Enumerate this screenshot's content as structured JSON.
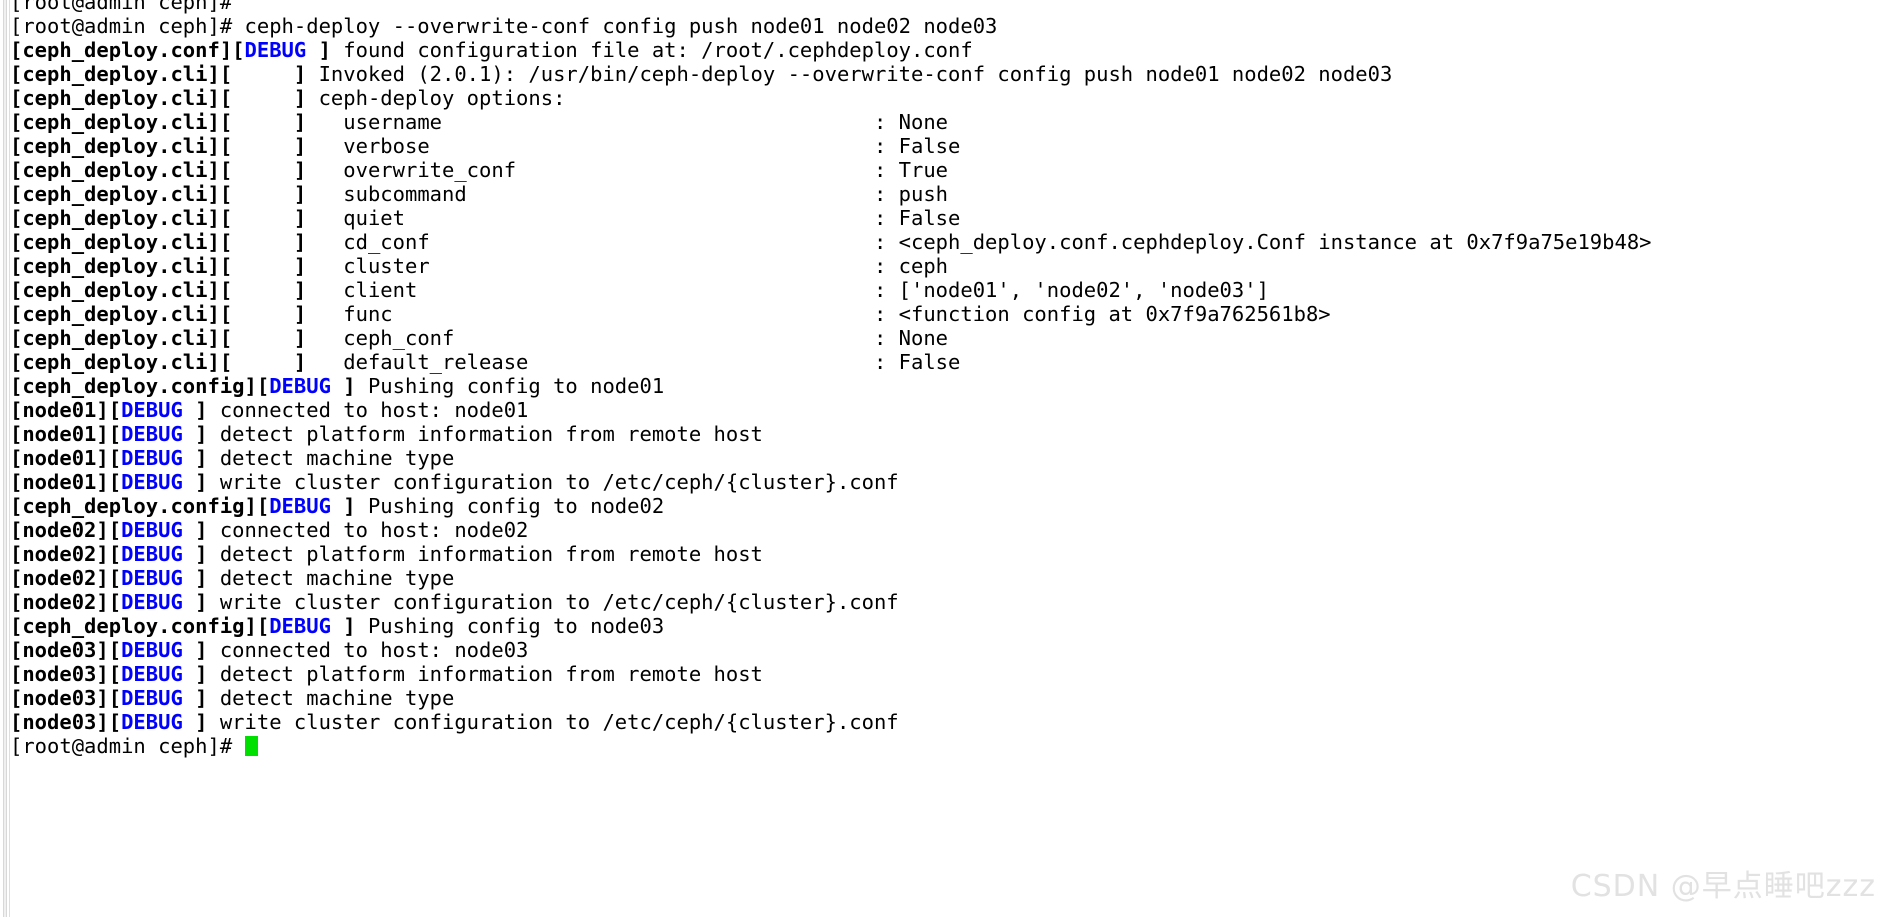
{
  "terminal": {
    "prompt": "[root@admin ceph]# ",
    "cursor_color": "#00e000",
    "debug_color": "#0000ff",
    "text_color": "#000000",
    "background_color": "#ffffff",
    "command": "ceph-deploy --overwrite-conf config push node01 node02 node03",
    "lines": [
      {
        "type": "prompt",
        "prompt": "[root@admin ceph]#",
        "command": ""
      },
      {
        "type": "prompt",
        "prompt": "[root@admin ceph]#",
        "command": " ceph-deploy --overwrite-conf config push node01 node02 node03"
      },
      {
        "type": "log",
        "tag": "ceph_deploy.conf",
        "level": "DEBUG",
        "text": " found configuration file at: /root/.cephdeploy.conf"
      },
      {
        "type": "log",
        "tag": "ceph_deploy.cli",
        "level": "     ",
        "text": " Invoked (2.0.1): /usr/bin/ceph-deploy --overwrite-conf config push node01 node02 node03"
      },
      {
        "type": "log",
        "tag": "ceph_deploy.cli",
        "level": "     ",
        "text": " ceph-deploy options:"
      },
      {
        "type": "opt",
        "tag": "ceph_deploy.cli",
        "level": "     ",
        "key": "username",
        "value": "None"
      },
      {
        "type": "opt",
        "tag": "ceph_deploy.cli",
        "level": "     ",
        "key": "verbose",
        "value": "False"
      },
      {
        "type": "opt",
        "tag": "ceph_deploy.cli",
        "level": "     ",
        "key": "overwrite_conf",
        "value": "True"
      },
      {
        "type": "opt",
        "tag": "ceph_deploy.cli",
        "level": "     ",
        "key": "subcommand",
        "value": "push"
      },
      {
        "type": "opt",
        "tag": "ceph_deploy.cli",
        "level": "     ",
        "key": "quiet",
        "value": "False"
      },
      {
        "type": "opt",
        "tag": "ceph_deploy.cli",
        "level": "     ",
        "key": "cd_conf",
        "value": "<ceph_deploy.conf.cephdeploy.Conf instance at 0x7f9a75e19b48>"
      },
      {
        "type": "opt",
        "tag": "ceph_deploy.cli",
        "level": "     ",
        "key": "cluster",
        "value": "ceph"
      },
      {
        "type": "opt",
        "tag": "ceph_deploy.cli",
        "level": "     ",
        "key": "client",
        "value": "['node01', 'node02', 'node03']"
      },
      {
        "type": "opt",
        "tag": "ceph_deploy.cli",
        "level": "     ",
        "key": "func",
        "value": "<function config at 0x7f9a762561b8>"
      },
      {
        "type": "opt",
        "tag": "ceph_deploy.cli",
        "level": "     ",
        "key": "ceph_conf",
        "value": "None"
      },
      {
        "type": "opt",
        "tag": "ceph_deploy.cli",
        "level": "     ",
        "key": "default_release",
        "value": "False"
      },
      {
        "type": "log",
        "tag": "ceph_deploy.config",
        "level": "DEBUG",
        "text": " Pushing config to node01"
      },
      {
        "type": "log",
        "tag": "node01",
        "level": "DEBUG",
        "text": " connected to host: node01"
      },
      {
        "type": "log",
        "tag": "node01",
        "level": "DEBUG",
        "text": " detect platform information from remote host"
      },
      {
        "type": "log",
        "tag": "node01",
        "level": "DEBUG",
        "text": " detect machine type"
      },
      {
        "type": "log",
        "tag": "node01",
        "level": "DEBUG",
        "text": " write cluster configuration to /etc/ceph/{cluster}.conf"
      },
      {
        "type": "log",
        "tag": "ceph_deploy.config",
        "level": "DEBUG",
        "text": " Pushing config to node02"
      },
      {
        "type": "log",
        "tag": "node02",
        "level": "DEBUG",
        "text": " connected to host: node02"
      },
      {
        "type": "log",
        "tag": "node02",
        "level": "DEBUG",
        "text": " detect platform information from remote host"
      },
      {
        "type": "log",
        "tag": "node02",
        "level": "DEBUG",
        "text": " detect machine type"
      },
      {
        "type": "log",
        "tag": "node02",
        "level": "DEBUG",
        "text": " write cluster configuration to /etc/ceph/{cluster}.conf"
      },
      {
        "type": "log",
        "tag": "ceph_deploy.config",
        "level": "DEBUG",
        "text": " Pushing config to node03"
      },
      {
        "type": "log",
        "tag": "node03",
        "level": "DEBUG",
        "text": " connected to host: node03"
      },
      {
        "type": "log",
        "tag": "node03",
        "level": "DEBUG",
        "text": " detect platform information from remote host"
      },
      {
        "type": "log",
        "tag": "node03",
        "level": "DEBUG",
        "text": " detect machine type"
      },
      {
        "type": "log",
        "tag": "node03",
        "level": "DEBUG",
        "text": " write cluster configuration to /etc/ceph/{cluster}.conf"
      },
      {
        "type": "prompt-cursor",
        "prompt": "[root@admin ceph]#",
        "command": " "
      }
    ]
  },
  "watermark": {
    "text": "CSDN @早点睡吧zzz"
  }
}
